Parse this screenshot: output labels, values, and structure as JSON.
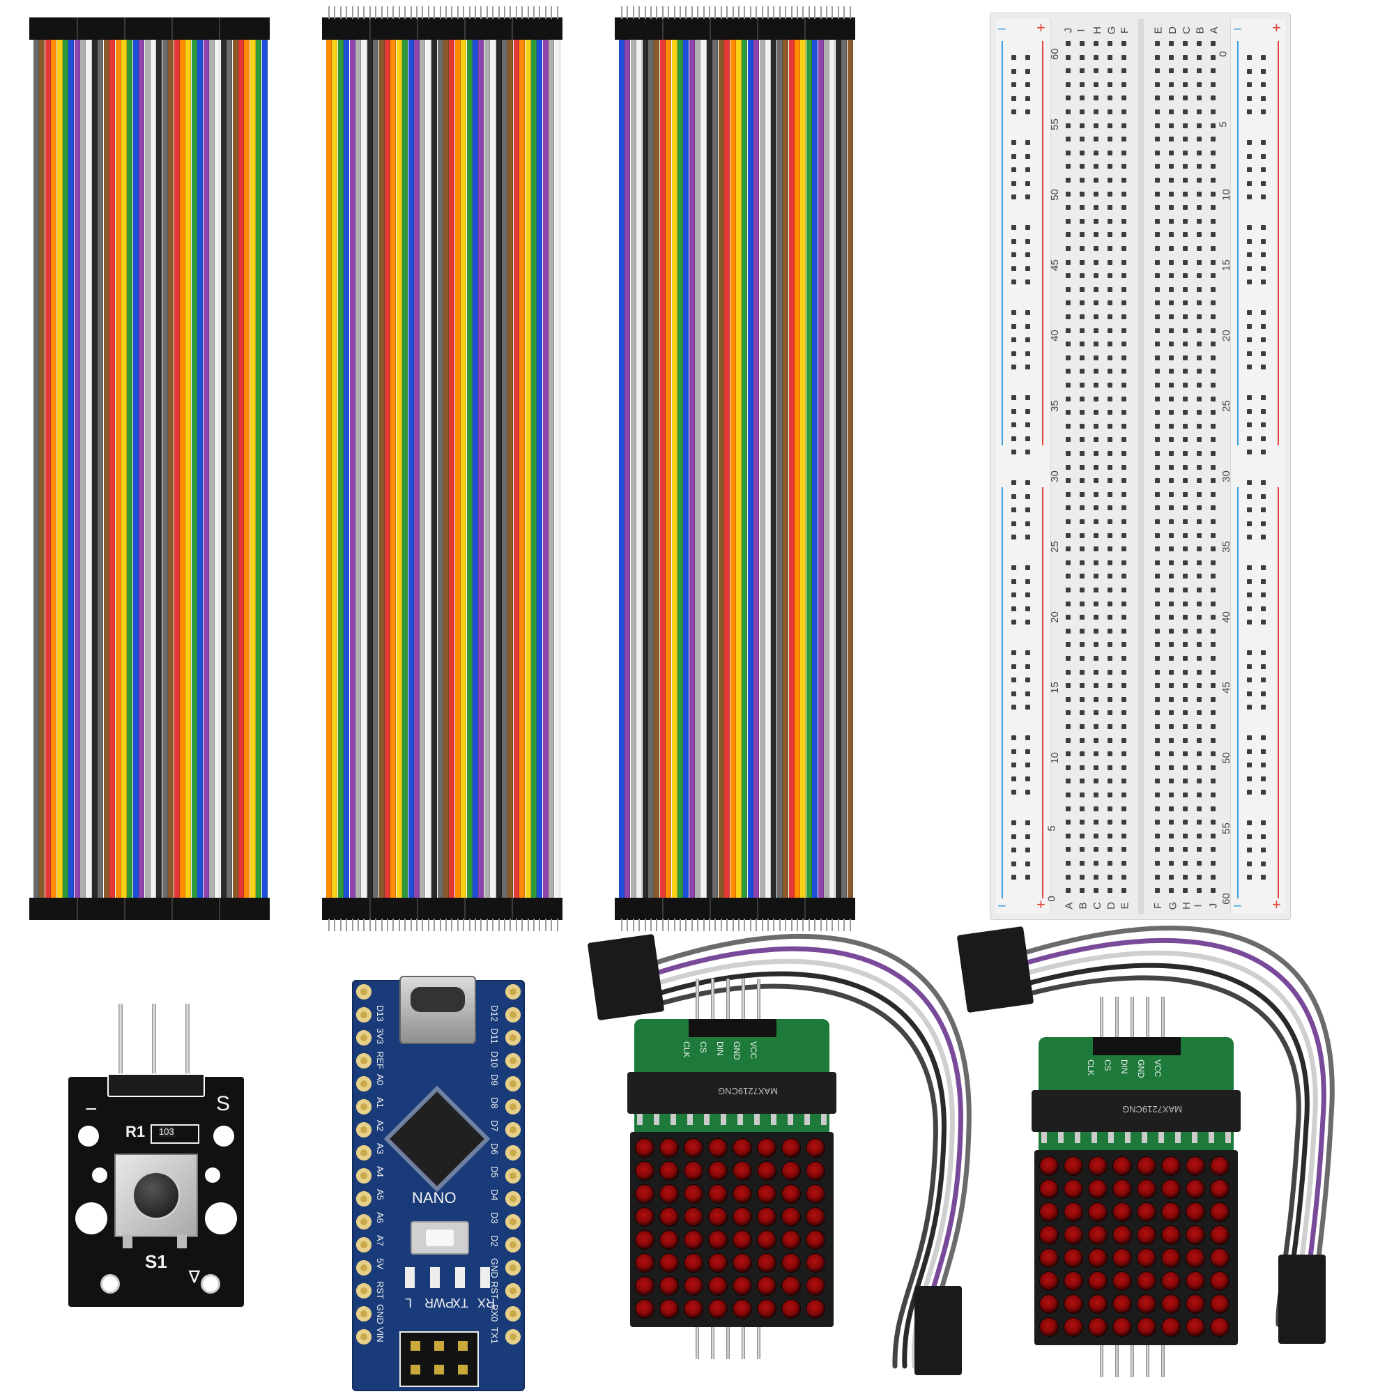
{
  "colors": {
    "background": "#ffffff",
    "wire_palette": [
      "#6b6b6b",
      "#8a5a2b",
      "#e53935",
      "#ff8c00",
      "#f7d117",
      "#2e9a3a",
      "#1e4fd8",
      "#8e44ad",
      "#b0b0b0",
      "#f2f2f2",
      "#2a2a2a"
    ],
    "breadboard_body": "#ececec",
    "rail_red": "#e0453b",
    "rail_blue": "#3aa0e0",
    "pcb_black": "#111111",
    "pcb_blue": "#1a3b7a",
    "pcb_green": "#1d7a3a"
  },
  "breadboard": {
    "top_symbols": {
      "left_minus": "−",
      "left_plus": "+",
      "right_minus": "−",
      "right_plus": "+"
    },
    "bottom_symbols": {
      "left_minus": "−",
      "left_plus": "+",
      "right_minus": "−",
      "right_plus": "+"
    },
    "left_row_letters_top": [
      "J",
      "I",
      "H",
      "G",
      "F"
    ],
    "right_row_letters_top": [
      "E",
      "D",
      "C",
      "B",
      "A"
    ],
    "left_row_letters_bottom": [
      "A",
      "B",
      "C",
      "D",
      "E"
    ],
    "right_row_letters_bottom": [
      "F",
      "G",
      "H",
      "I",
      "J"
    ],
    "left_numbers": [
      "60",
      "55",
      "50",
      "45",
      "40",
      "35",
      "30",
      "25",
      "20",
      "15",
      "10",
      "5",
      "0"
    ],
    "right_numbers": [
      "0",
      "5",
      "10",
      "15",
      "20",
      "25",
      "30",
      "35",
      "40",
      "45",
      "50",
      "55",
      "60"
    ]
  },
  "button_module": {
    "minus_label": "−",
    "signal_label": "S",
    "resistor_label": "R1",
    "resistor_code": "103",
    "switch_label": "S1"
  },
  "nano_board": {
    "title": "NANO",
    "left_pins": [
      "D13",
      "3V3",
      "REF",
      "A0",
      "A1",
      "A2",
      "A3",
      "A4",
      "A5",
      "A6",
      "A7",
      "5V",
      "RST",
      "GND",
      "VIN"
    ],
    "right_pins": [
      "D12",
      "D11",
      "D10",
      "D9",
      "D8",
      "D7",
      "D6",
      "D5",
      "D4",
      "D3",
      "D2",
      "GND",
      "RST",
      "RX0",
      "TX1"
    ],
    "led_labels": [
      "L",
      "PWR",
      "TX",
      "RX"
    ]
  },
  "matrix_modules": [
    {
      "pins": [
        "CLK",
        "CS",
        "DIN",
        "GND",
        "VCC"
      ],
      "chip_text": "MAX7219CNG"
    },
    {
      "pins": [
        "CLK",
        "CS",
        "DIN",
        "GND",
        "VCC"
      ],
      "chip_text": "MAX7219CNG"
    }
  ]
}
